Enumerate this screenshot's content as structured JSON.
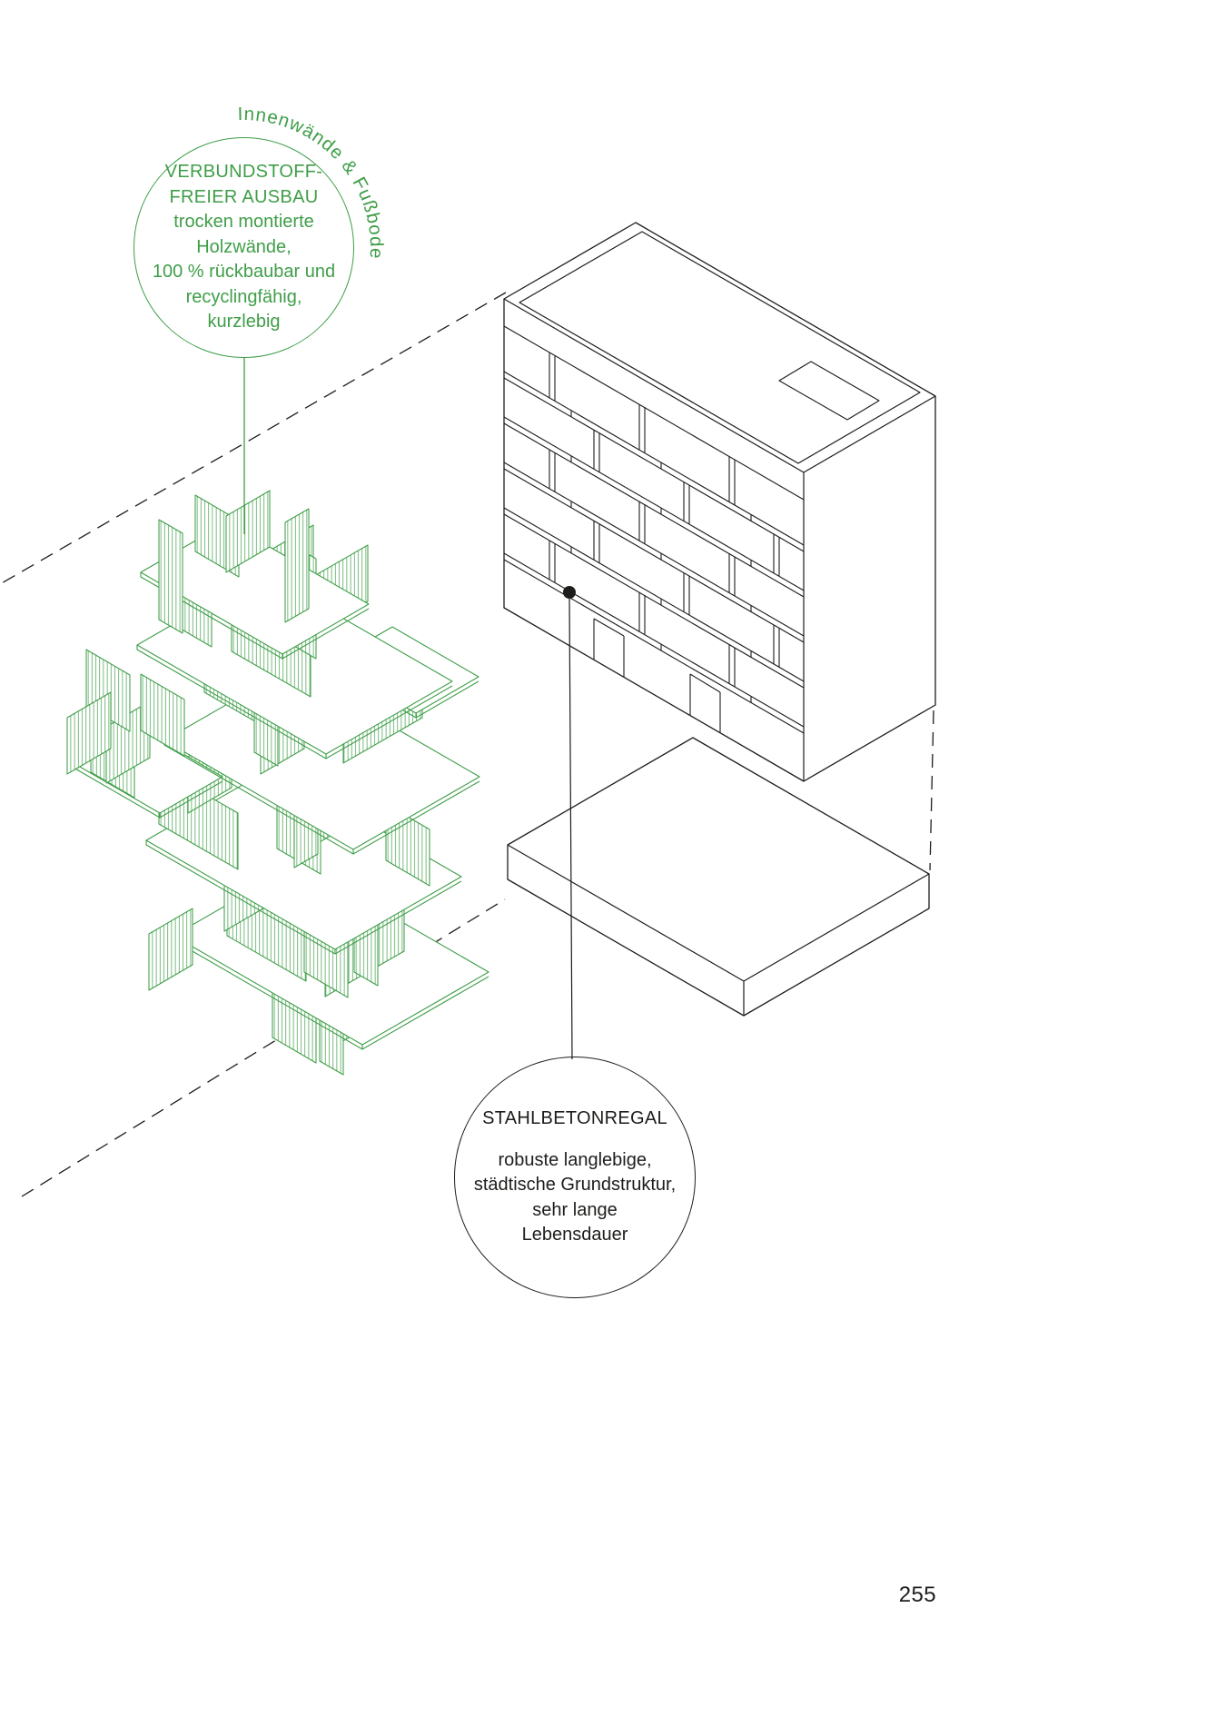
{
  "colors": {
    "green": "#3f9e48",
    "ink": "#1d1d1b",
    "background": "#ffffff"
  },
  "green_annotation": {
    "arc_label": "Innenwände & Fußboden",
    "title_lines": [
      "VERBUNDSTOFF-",
      "FREIER AUSBAU"
    ],
    "body_lines": [
      "trocken montierte",
      "Holzwände,",
      "100 % rückbaubar und",
      "recyclingfähig,",
      "kurzlebig"
    ]
  },
  "black_annotation": {
    "title": "STAHLBETONREGAL",
    "body_lines": [
      "robuste langlebige,",
      "städtische Grundstruktur,",
      "sehr lange",
      "Lebensdauer"
    ]
  },
  "page": {
    "number": "255"
  }
}
